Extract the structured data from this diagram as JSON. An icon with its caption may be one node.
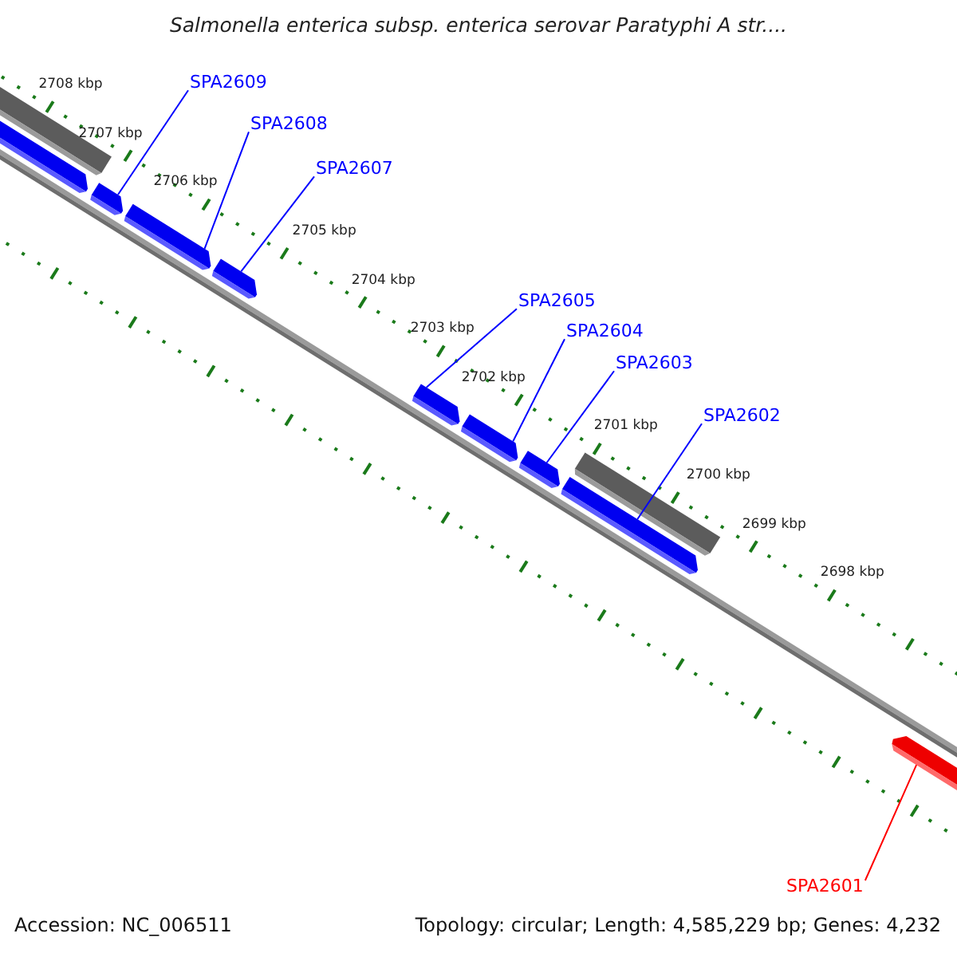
{
  "diagram": {
    "title": "Salmonella enterica subsp. enterica serovar Paratyphi A str....",
    "nodes": [
      {
        "text": [
          "SPA2609"
        ]
      },
      {
        "text": [
          "SPA2608"
        ]
      },
      {
        "text": [
          "SPA2607"
        ]
      },
      {
        "text": [
          "SPA2605"
        ]
      },
      {
        "text": [
          "SPA2604"
        ]
      },
      {
        "text": [
          "SPA2603"
        ]
      },
      {
        "text": [
          "SPA2602"
        ]
      },
      {
        "text": [
          "SPA2601"
        ]
      },
      {
        "text": [],
        "shape": "bar"
      },
      {
        "text": [],
        "shape": "bar"
      },
      {
        "text": [],
        "shape": "bar"
      },
      {
        "text": [],
        "shape": "bar"
      },
      {
        "text": [],
        "shape": "bar"
      },
      {
        "text": [],
        "shape": "bar"
      },
      {
        "text": [],
        "shape": "bar"
      },
      {
        "text": [],
        "shape": "bar"
      }
    ],
    "edges": [
      {
        "from": 0,
        "to": 8,
        "arrow": "none"
      },
      {
        "from": 1,
        "to": 9,
        "arrow": "none"
      },
      {
        "from": 2,
        "to": 10,
        "arrow": "none"
      },
      {
        "from": 3,
        "to": 11,
        "arrow": "none"
      },
      {
        "from": 4,
        "to": 12,
        "arrow": "none"
      },
      {
        "from": 5,
        "to": 13,
        "arrow": "none"
      },
      {
        "from": 6,
        "to": 14,
        "arrow": "none"
      },
      {
        "from": 7,
        "to": 15,
        "arrow": "none",
        "color": "#ff0000"
      }
    ],
    "labels": [
      "2708 kbp",
      "2707 kbp",
      "2706 kbp",
      "2705 kbp",
      "2704 kbp",
      "2703 kbp",
      "2702 kbp",
      "2701 kbp",
      "2700 kbp",
      "2699 kbp",
      "2698 kbp",
      "Accession: NC_006511",
      "Topology: circular; Length: 4,585,229 bp; Genes: 4,232"
    ]
  }
}
